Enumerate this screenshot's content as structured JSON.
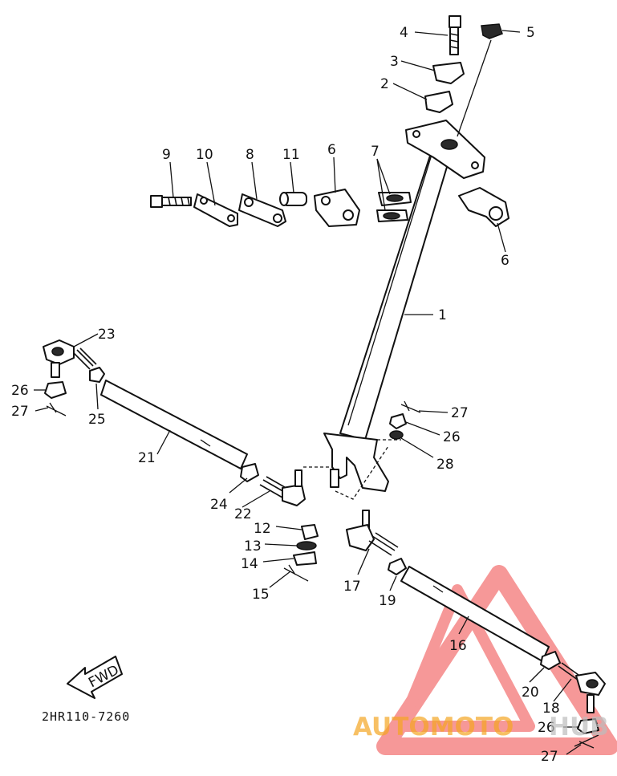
{
  "diagram_code": "2HR110-7260",
  "fwd_label": "FWD",
  "callouts": {
    "c1": "1",
    "c2": "2",
    "c3": "3",
    "c4": "4",
    "c5": "5",
    "c6a": "6",
    "c6b": "6",
    "c7": "7",
    "c8": "8",
    "c9": "9",
    "c10": "10",
    "c11": "11",
    "c12": "12",
    "c13": "13",
    "c14": "14",
    "c15": "15",
    "c16": "16",
    "c17": "17",
    "c18": "18",
    "c19": "19",
    "c20": "20",
    "c21": "21",
    "c22": "22",
    "c23": "23",
    "c24": "24",
    "c25": "25",
    "c26a": "26",
    "c26b": "26",
    "c26c": "26",
    "c27a": "27",
    "c27b": "27",
    "c27c": "27",
    "c28": "28"
  },
  "watermark": {
    "text_orange": "AUTOMOTO",
    "text_gray": "HUB",
    "color_orange": "#f5a623",
    "color_red": "#ef4444",
    "color_gray": "#bdbdbd"
  }
}
